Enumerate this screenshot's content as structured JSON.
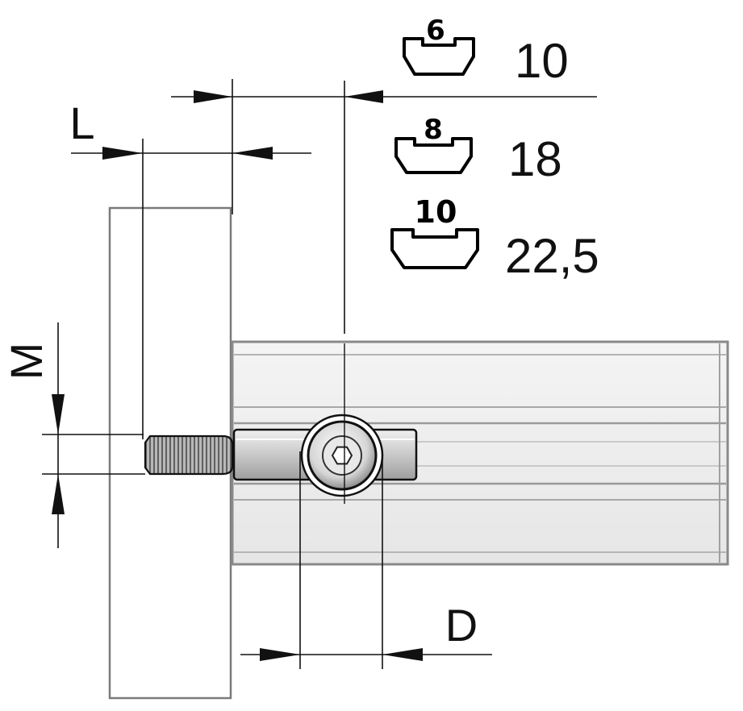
{
  "dimension_labels": {
    "L": "L",
    "M": "M",
    "D": "D"
  },
  "slot_table": [
    {
      "slot_size": "6",
      "value": "10"
    },
    {
      "slot_size": "8",
      "value": "18"
    },
    {
      "slot_size": "10",
      "value": "22,5"
    }
  ],
  "colors": {
    "line": "#111111",
    "part_outline": "#7a7a7a",
    "profile_fill": "#f2f2f2",
    "thread_fill": "#8c8c8c",
    "nut_fill": "#dcdcdc"
  }
}
